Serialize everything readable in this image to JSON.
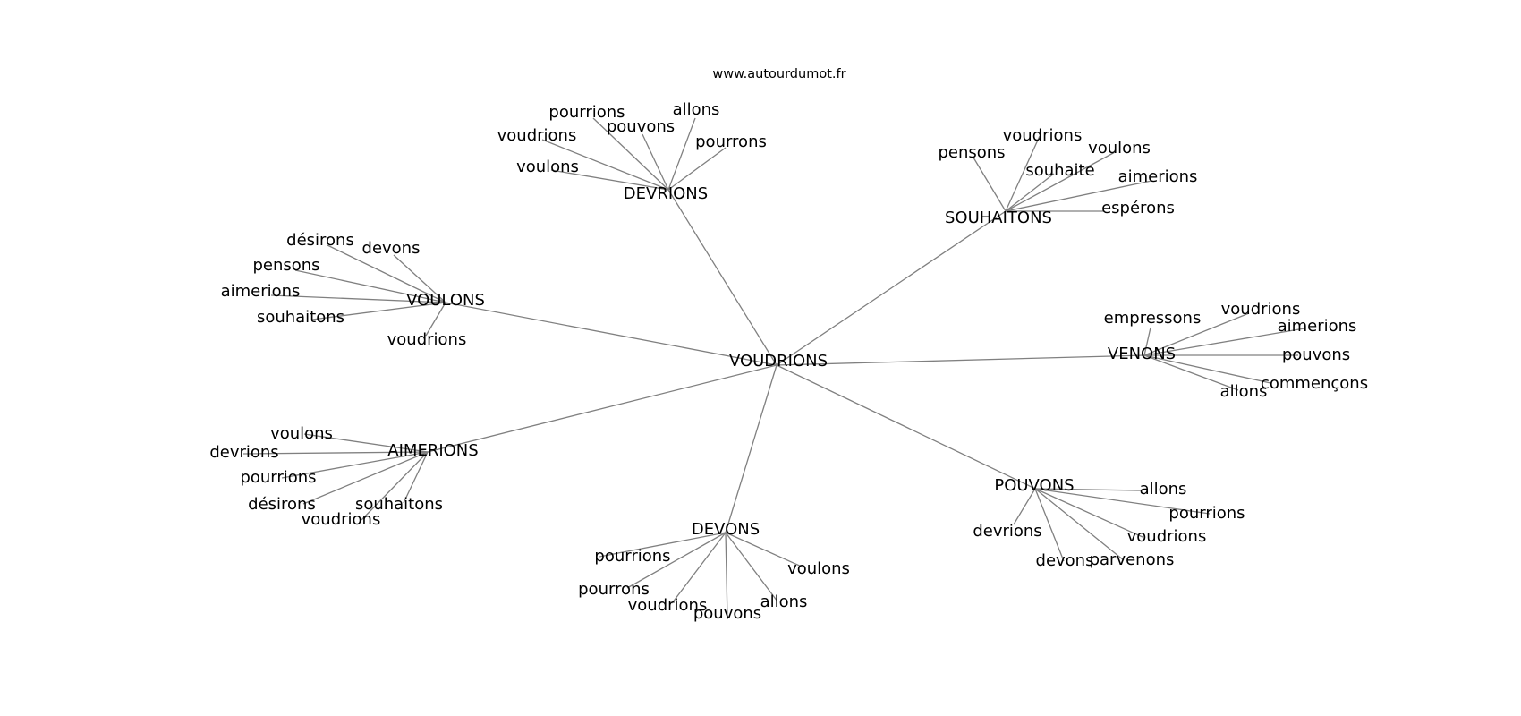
{
  "site": "www.autourdumot.fr",
  "center": "VOUDRIONS",
  "hubs": [
    {
      "name": "DEVRIONS",
      "leaves": [
        "pourrions",
        "allons",
        "voudrions",
        "pouvons",
        "pourrons",
        "voulons"
      ]
    },
    {
      "name": "SOUHAITONS",
      "leaves": [
        "voudrions",
        "pensons",
        "voulons",
        "souhaite",
        "aimerions",
        "espérons"
      ]
    },
    {
      "name": "VOULONS",
      "leaves": [
        "désirons",
        "devons",
        "pensons",
        "aimerions",
        "souhaitons",
        "voudrions"
      ]
    },
    {
      "name": "VENONS",
      "leaves": [
        "empressons",
        "voudrions",
        "aimerions",
        "pouvons",
        "commençons",
        "allons"
      ]
    },
    {
      "name": "AIMERIONS",
      "leaves": [
        "voulons",
        "devrions",
        "pourrions",
        "désirons",
        "souhaitons",
        "voudrions"
      ]
    },
    {
      "name": "POUVONS",
      "leaves": [
        "allons",
        "pourrions",
        "devrions",
        "voudrions",
        "devons",
        "parvenons"
      ]
    },
    {
      "name": "DEVONS",
      "leaves": [
        "pourrions",
        "voulons",
        "pourrons",
        "allons",
        "voudrions",
        "pouvons"
      ]
    }
  ]
}
